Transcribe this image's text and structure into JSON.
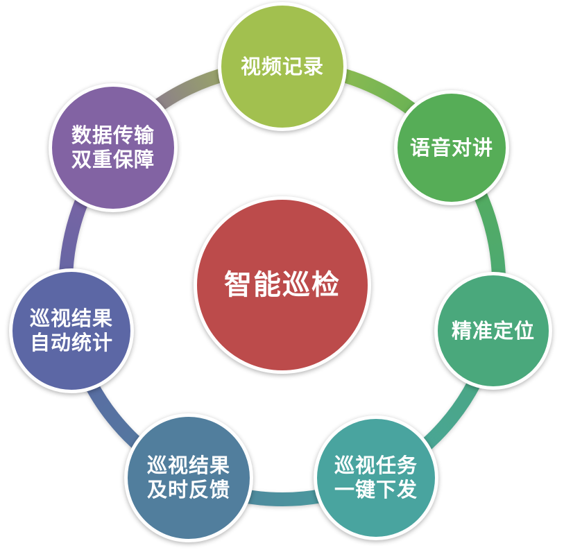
{
  "diagram": {
    "type": "hub-and-spoke-circle",
    "center": {
      "label": "智能巡检",
      "color": "#bc4b4b"
    },
    "nodes": [
      {
        "id": "video-recording",
        "label": "视频记录",
        "color": "#a2c04f"
      },
      {
        "id": "voice-intercom",
        "label": "语音对讲",
        "color": "#56ad57"
      },
      {
        "id": "precise-positioning",
        "label": "精准定位",
        "color": "#4aa87c"
      },
      {
        "id": "task-dispatch",
        "label": "巡视任务\n一键下发",
        "color": "#49a49f"
      },
      {
        "id": "result-feedback",
        "label": "巡视结果\n及时反馈",
        "color": "#517e9d"
      },
      {
        "id": "result-statistics",
        "label": "巡视结果\n自动统计",
        "color": "#5c67a5"
      },
      {
        "id": "data-transmission",
        "label": "数据传输\n双重保障",
        "color": "#8263a3"
      }
    ]
  }
}
